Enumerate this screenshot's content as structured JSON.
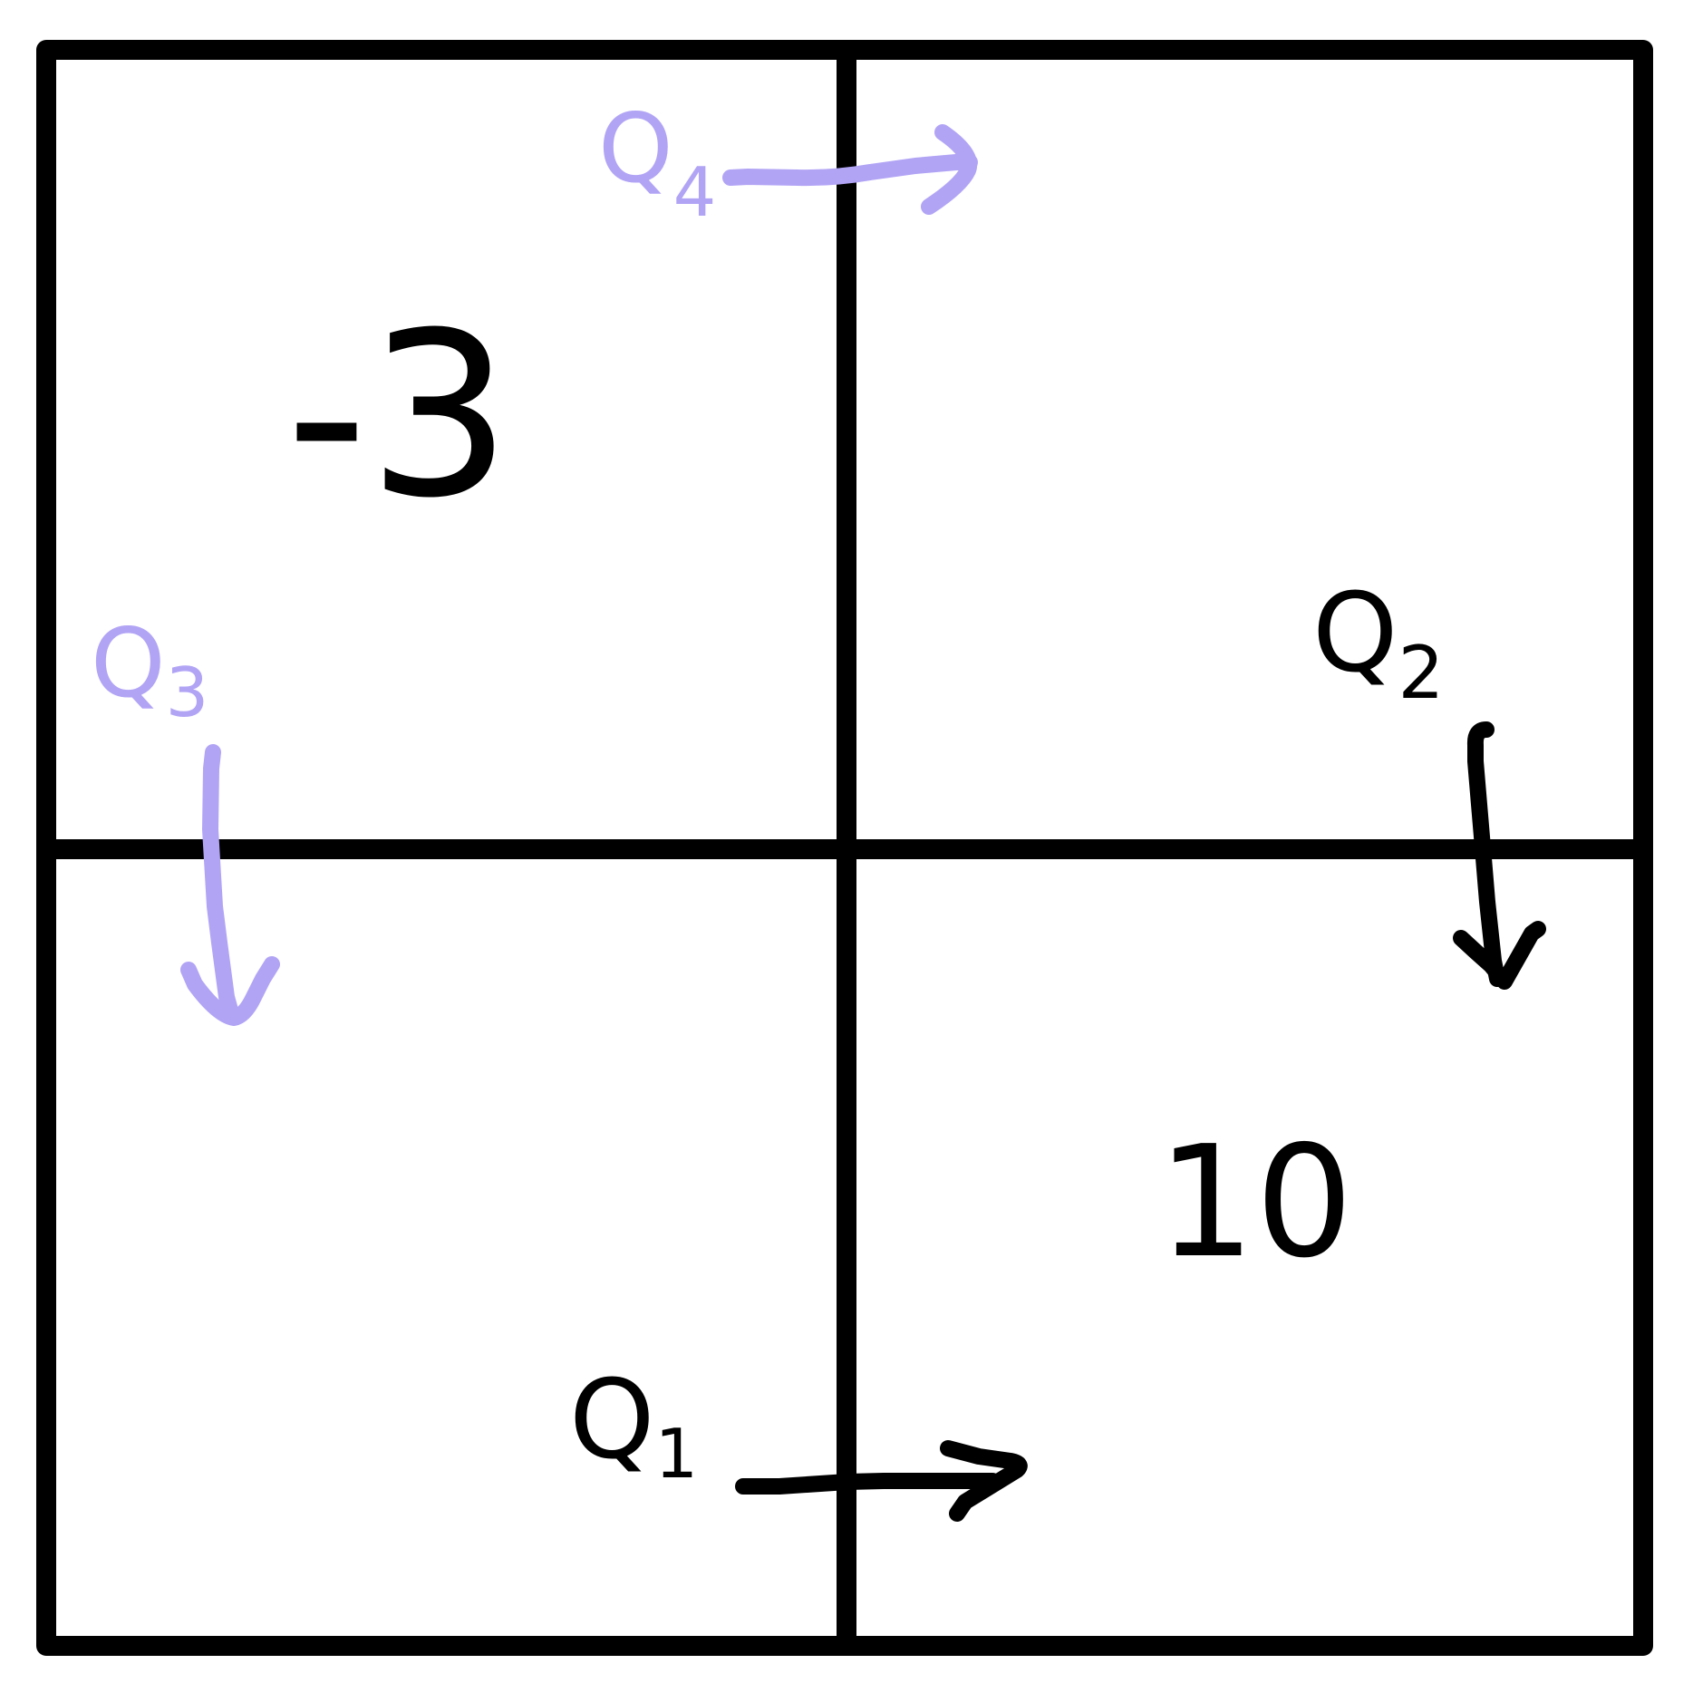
{
  "colors": {
    "background": "#ffffff",
    "ink": "#000000",
    "highlight": "#b2a4f5"
  },
  "grid": {
    "rows": 2,
    "columns": 2
  },
  "cells": {
    "top_left_value": "-3",
    "bottom_right_value": "10"
  },
  "labels": {
    "q1": "Q1",
    "q2": "Q2",
    "q3": "Q3",
    "q4": "Q4"
  },
  "arrows": [
    {
      "label": "Q1",
      "direction": "right",
      "color": "ink"
    },
    {
      "label": "Q2",
      "direction": "down",
      "color": "ink"
    },
    {
      "label": "Q3",
      "direction": "down",
      "color": "highlight"
    },
    {
      "label": "Q4",
      "direction": "right",
      "color": "highlight"
    }
  ]
}
